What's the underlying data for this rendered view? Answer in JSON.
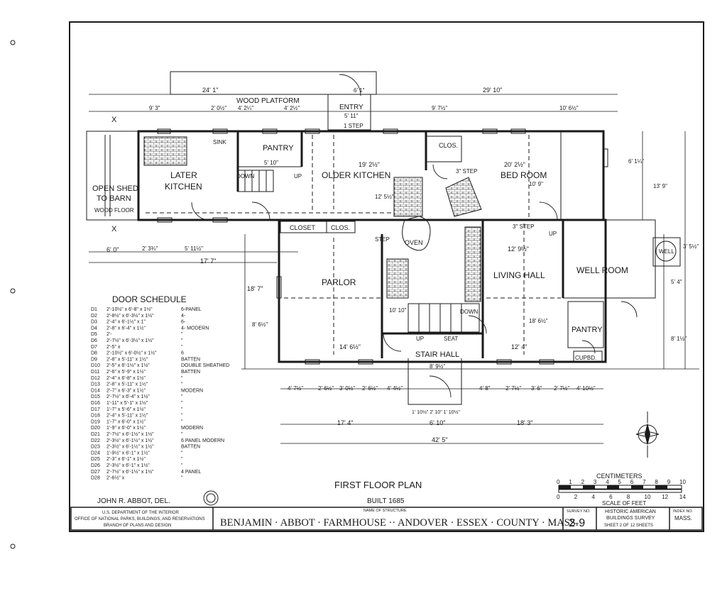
{
  "sheet": {
    "title": "FIRST FLOOR PLAN",
    "built": "BUILT 1685",
    "delineator": "JOHN R. ABBOT, DEL."
  },
  "rooms": {
    "wood_platform": "WOOD PLATFORM",
    "entry": "ENTRY",
    "step_top": "1 STEP",
    "pantry_upper": "PANTRY",
    "sink": "SINK",
    "later_kitchen_1": "LATER",
    "later_kitchen_2": "KITCHEN",
    "older_kitchen": "OLDER KITCHEN",
    "bed_room": "BED ROOM",
    "clos_upper": "CLOS.",
    "open_shed_1": "OPEN SHED",
    "open_shed_2": "TO BARN",
    "wood_floor": "WOOD FLOOR",
    "closet": "CLOSET",
    "clos_mid": "CLOS.",
    "oven": "OVEN",
    "parlor": "PARLOR",
    "living_hall": "LIVING HALL",
    "well_room": "WELL ROOM",
    "well": "WELL",
    "pantry_lower": "PANTRY",
    "cupbd": "CUPBD.",
    "stair_hall": "STAIR HALL",
    "seat": "SEAT",
    "up_1": "UP",
    "up_2": "UP",
    "up_3": "UP",
    "down_1": "DOWN",
    "down_2": "DOWN",
    "step_1": "STEP",
    "step_2": "3\" STEP",
    "step_3": "3\" STEP",
    "x_mark_1": "X",
    "x_mark_2": "X"
  },
  "dimensions": {
    "top_left": "24' 1\"",
    "top_right": "29' 10\"",
    "row2_a": "9' 3\"",
    "row2_b": "2' 0½\"",
    "row2_c": "4' 2¼\"",
    "row2_d": "4' 2½\"",
    "row2_e": "5' 11\"",
    "row2_f": "9' 7½\"",
    "row2_g": "10' 6½\"",
    "entry_w": "6' 1\"",
    "older_kitchen_w": "19' 2½\"",
    "bed_room_w": "20' 2½\"",
    "later_kitchen_w": "5' 10\"",
    "mid_left": "6' 0\"",
    "mid_a": "2' 3¾\"",
    "mid_b": "5' 11½\"",
    "mid_c": "17' 7\"",
    "older_kitchen_h": "12' 5½\"",
    "bed_room_h": "10' 9\"",
    "right_total": "13' 9\"",
    "right_a": "6' 1¼\"",
    "parlor_h": "18' 7\"",
    "parlor_h2": "8' 6½\"",
    "living_hall_w": "12' 9½\"",
    "living_hall_h": "18' 6½\"",
    "hall_h": "10' 10\"",
    "parlor_w": "14' 6½\"",
    "stair_w": "8' 9½\"",
    "living_w2": "12' 4\"",
    "right_b": "8' 1½\"",
    "right_c": "5' 4\"",
    "right_d": "3' 5½\"",
    "bottom_a": "4' 7½\"",
    "bottom_b": "2' 6½\"",
    "bottom_c": "3' 0½\"",
    "bottom_d": "2' 6½\"",
    "bottom_e": "4' 4½\"",
    "bottom_f": "4' 8\"",
    "bottom_g": "2' 7½\"",
    "bottom_h": "3' 6\"",
    "bottom_i": "2' 7½\"",
    "bottom_j": "4' 10½\"",
    "porch": "1' 10½\" 2' 10\" 1' 10½\"",
    "total_left": "17' 4\"",
    "total_mid": "6' 10\"",
    "total_right": "18' 3\"",
    "total": "42' 5\""
  },
  "door_schedule": {
    "title": "DOOR SCHEDULE",
    "rows": [
      {
        "id": "D1",
        "size": "2'-10½\" x 6'-8\" x 1½\"",
        "note": "6-PANEL"
      },
      {
        "id": "D2",
        "size": "2'-8½\" x 6'-3½\" x 1½\"",
        "note": "4-"
      },
      {
        "id": "D3",
        "size": "2'-4\" x 6'-1½\" x 1\"",
        "note": "6-"
      },
      {
        "id": "D4",
        "size": "2'-8\" x 6'-4\" x 1½\"",
        "note": "4-  MODERN"
      },
      {
        "id": "D5",
        "size": "2'-",
        "note": "\""
      },
      {
        "id": "D6",
        "size": "2'-7½\" x 6'-3½\" x 1½\"",
        "note": "\""
      },
      {
        "id": "D7",
        "size": "2'-5\" x",
        "note": "\""
      },
      {
        "id": "D8",
        "size": "2'-10½\" x 6'-0½\" x 1½\"",
        "note": "6"
      },
      {
        "id": "D9",
        "size": "2'-8\" x 5'-11\" x 1½\"",
        "note": "BATTEN"
      },
      {
        "id": "D10",
        "size": "2'-5\" x 6'-1½\" x 1½\"",
        "note": "DOUBLE SHEATHED"
      },
      {
        "id": "D11",
        "size": "2'-6\" x 5'-9\" x 1½\"",
        "note": "BATTEN"
      },
      {
        "id": "D12",
        "size": "2'-4\" x 6'-8\" x 1½\"",
        "note": "\""
      },
      {
        "id": "D13",
        "size": "2'-8\" x 5'-11\" x 1½\"",
        "note": "\""
      },
      {
        "id": "D14",
        "size": "2'-7\" x 6'-3\" x 1½\"",
        "note": "MODERN"
      },
      {
        "id": "D15",
        "size": "2'-7½\" x 6'-4\" x 1½\"",
        "note": "\""
      },
      {
        "id": "D16",
        "size": "1'-11\" x 5'-1\" x 1½\"",
        "note": "\""
      },
      {
        "id": "D17",
        "size": "1'-7\" x 5'-6\" x 1½\"",
        "note": "\""
      },
      {
        "id": "D18",
        "size": "2'-4\" x 5'-11\" x 1½\"",
        "note": "\""
      },
      {
        "id": "D19",
        "size": "1'-7\" x 6'-0\" x 1½\"",
        "note": "\""
      },
      {
        "id": "D20",
        "size": "1'-9\" x 6'-0\" x 1½\"",
        "note": "MODERN"
      },
      {
        "id": "D21",
        "size": "2'-7½\" x 6'-1½\" x 1½\"",
        "note": "\""
      },
      {
        "id": "D22",
        "size": "2'-3½\" x 6'-1½\" x 1½\"",
        "note": "6 PANEL MODERN"
      },
      {
        "id": "D23",
        "size": "2'-3½\" x 6'-1½\" x 1½\"",
        "note": "BATTEN"
      },
      {
        "id": "D24",
        "size": "1'-9½\" x 6'-1\" x 1½\"",
        "note": "\""
      },
      {
        "id": "D25",
        "size": "2'-3\" x 6'-1\" x 1½\"",
        "note": "\""
      },
      {
        "id": "D26",
        "size": "2'-3½\" x 6'-1\" x 1½\"",
        "note": "\""
      },
      {
        "id": "D27",
        "size": "2'-7½\" x 6'-1½\" x 1½\"",
        "note": "4 PANEL"
      },
      {
        "id": "D28",
        "size": "2'-6½\" x",
        "note": "\""
      }
    ]
  },
  "scale": {
    "centimeters_label": "CENTIMETERS",
    "cm_ticks": [
      "0",
      "1",
      "2",
      "3",
      "4",
      "5",
      "6",
      "7",
      "8",
      "9",
      "10"
    ],
    "feet_ticks": [
      "0",
      "2",
      "4",
      "6",
      "8",
      "10",
      "12",
      "14"
    ],
    "feet_label": "SCALE OF FEET"
  },
  "title_block": {
    "agency_1": "U.S. DEPARTMENT OF THE INTERIOR",
    "agency_2": "OFFICE OF NATIONAL PARKS, BUILDINGS, AND RESERVATIONS",
    "agency_3": "BRANCH OF PLANS AND DESIGN",
    "name_label": "NAME OF STRUCTURE",
    "structure": "BENJAMIN · ABBOT · FARMHOUSE ·· ANDOVER · ESSEX · COUNTY · MASS.",
    "survey_label": "SURVEY NO.",
    "survey_no": "2-9",
    "habs_1": "HISTORIC AMERICAN",
    "habs_2": "BUILDINGS SURVEY",
    "sheet_of": "SHEET 2 OF 12 SHEETS",
    "index_label": "INDEX NO.",
    "index_no": "MASS."
  },
  "colors": {
    "ink": "#1a1a1a",
    "paper": "#ffffff"
  }
}
